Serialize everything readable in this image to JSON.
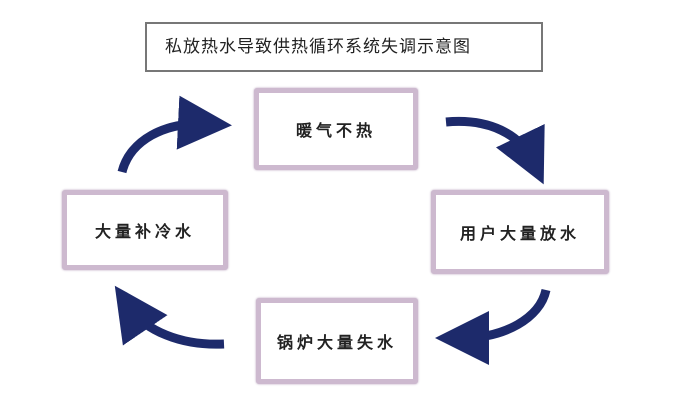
{
  "title": "私放热水导致供热循环系统失调示意图",
  "nodes": [
    "暖气不热",
    "用户大量放水",
    "锅炉大量失水",
    "大量补冷水"
  ],
  "colors": {
    "arrow": "#1d2a6b",
    "box_border": "#cdb9cf"
  }
}
